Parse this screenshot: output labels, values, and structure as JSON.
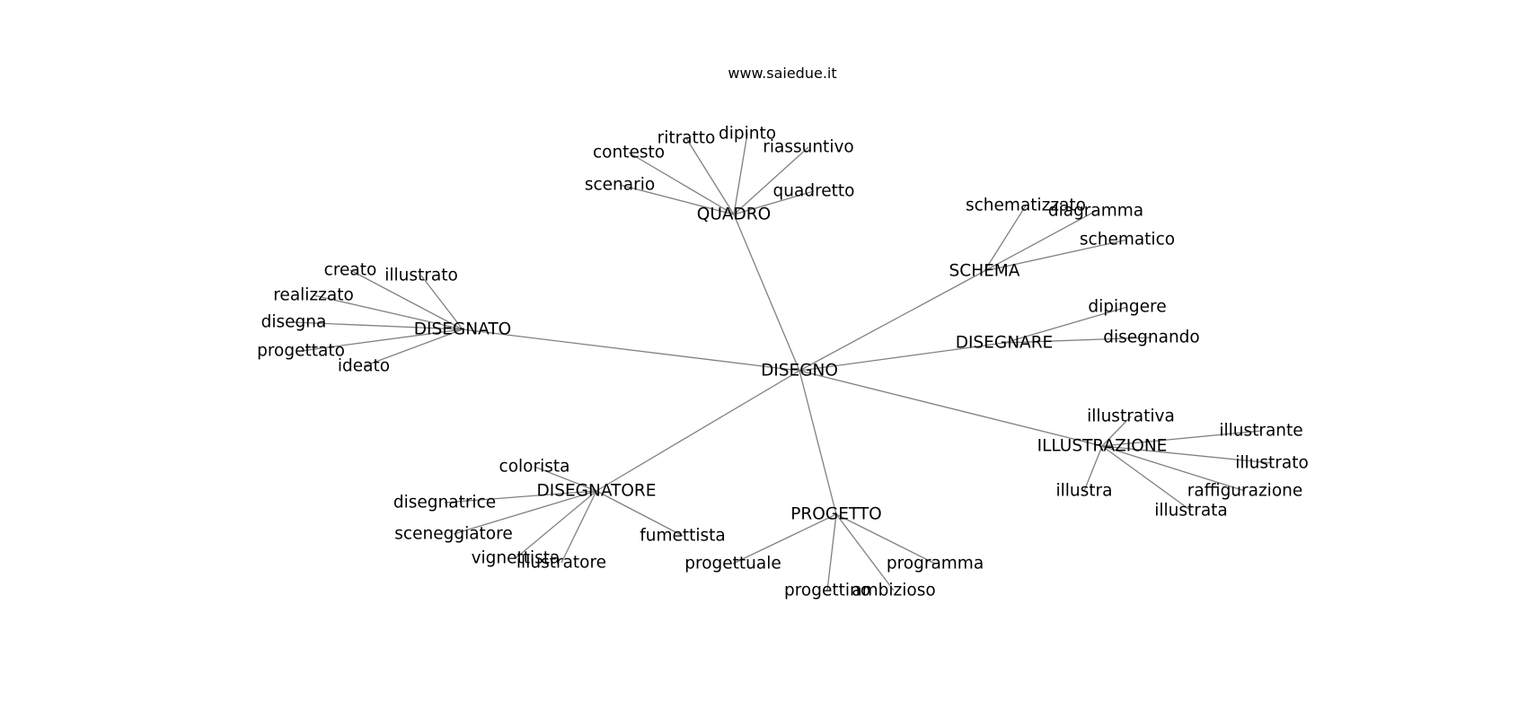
{
  "site": "www.saiedue.it",
  "graph": {
    "center": "DISEGNO",
    "groups": [
      {
        "hub": "QUADRO",
        "leaves": [
          "scenario",
          "contesto",
          "ritratto",
          "dipinto",
          "riassuntivo",
          "quadretto"
        ]
      },
      {
        "hub": "SCHEMA",
        "leaves": [
          "schematizzato",
          "diagramma",
          "schematico"
        ]
      },
      {
        "hub": "DISEGNATO",
        "leaves": [
          "creato",
          "illustrato",
          "realizzato",
          "disegna",
          "progettato",
          "ideato"
        ]
      },
      {
        "hub": "DISEGNARE",
        "leaves": [
          "dipingere",
          "disegnando"
        ]
      },
      {
        "hub": "ILLUSTRAZIONE",
        "leaves": [
          "illustrativa",
          "illustrante",
          "illustrato",
          "raffigurazione",
          "illustrata",
          "illustra"
        ]
      },
      {
        "hub": "DISEGNATORE",
        "leaves": [
          "colorista",
          "disegnatrice",
          "sceneggiatore",
          "vignettista",
          "illustratore",
          "fumettista"
        ]
      },
      {
        "hub": "PROGETTO",
        "leaves": [
          "progettuale",
          "progettino",
          "ambizioso",
          "programma"
        ]
      }
    ]
  },
  "colors": {
    "edge": "#808080",
    "text": "#000000",
    "background": "#ffffff"
  }
}
